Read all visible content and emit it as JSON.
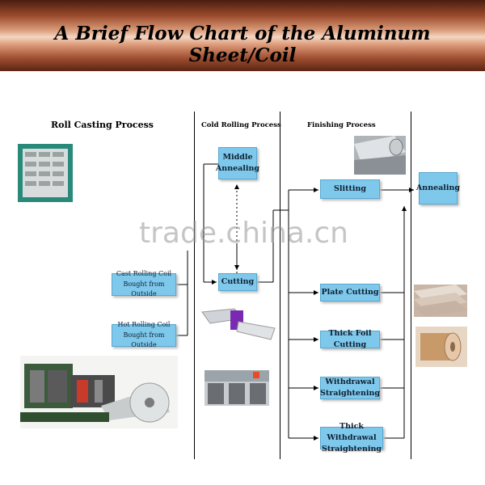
{
  "header": {
    "title": "A Brief Flow Chart of the Aluminum Sheet/Coil"
  },
  "sections": {
    "roll_casting": "Roll Casting Process",
    "cold_rolling": "Cold Rolling Process",
    "finishing": "Finishing Process"
  },
  "inputs": {
    "cast_line1": "Cast Rolling Coil",
    "cast_line2": "Bought from Outside",
    "hot_line1": "Hot Rolling Coil",
    "hot_line2": "Bought from Outside"
  },
  "cold_steps": {
    "middle_line1": "Middle",
    "middle_line2": "Annealing",
    "cutting": "Cutting"
  },
  "finishing_steps": {
    "slitting": "Slitting",
    "annealing": "Annealing",
    "plate_cutting": "Plate Cutting",
    "thick_foil_cutting": "Thick Foil Cutting",
    "withdrawal_line1": "Withdrawal",
    "withdrawal_line2": "Straightening",
    "thick_withdrawal_line1": "Thick Withdrawal",
    "thick_withdrawal_line2": "Straightening"
  },
  "watermark": "trade.china.cn",
  "colors": {
    "box_fill": "#7ec8ec",
    "banner_mid": "#d89a78"
  }
}
